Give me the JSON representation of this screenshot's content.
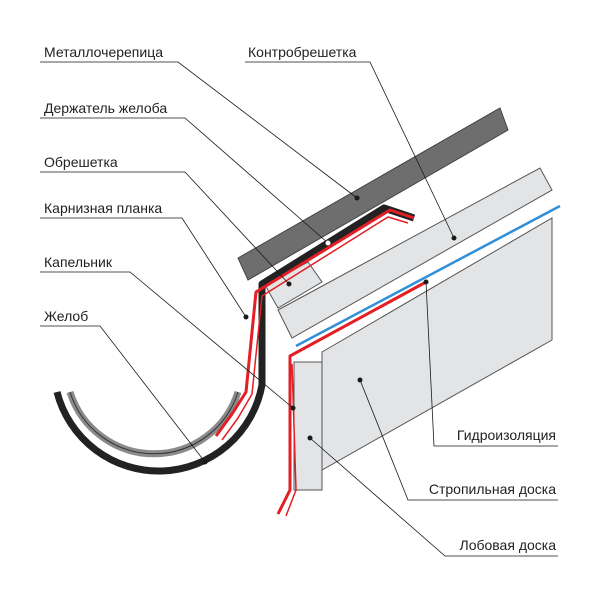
{
  "labels": {
    "metal_tile": "Металлочерепица",
    "counter_batten": "Контробрешетка",
    "gutter_holder": "Держатель желоба",
    "batten": "Обрешетка",
    "eaves_strip": "Карнизная планка",
    "drip_edge": "Капельник",
    "gutter": "Желоб",
    "waterproofing": "Гидроизоляция",
    "rafter": "Стропильная доска",
    "fascia": "Лобовая доска"
  },
  "colors": {
    "metal_tile": "#6e6e6e",
    "board_fill": "#e3e4e6",
    "board_stroke": "#555555",
    "red_strip": "#e31e24",
    "blue_membrane": "#2f8fd8",
    "gutter_dark": "#222222",
    "gutter_light": "#8a8a8a",
    "leader": "#1a1a1a"
  }
}
